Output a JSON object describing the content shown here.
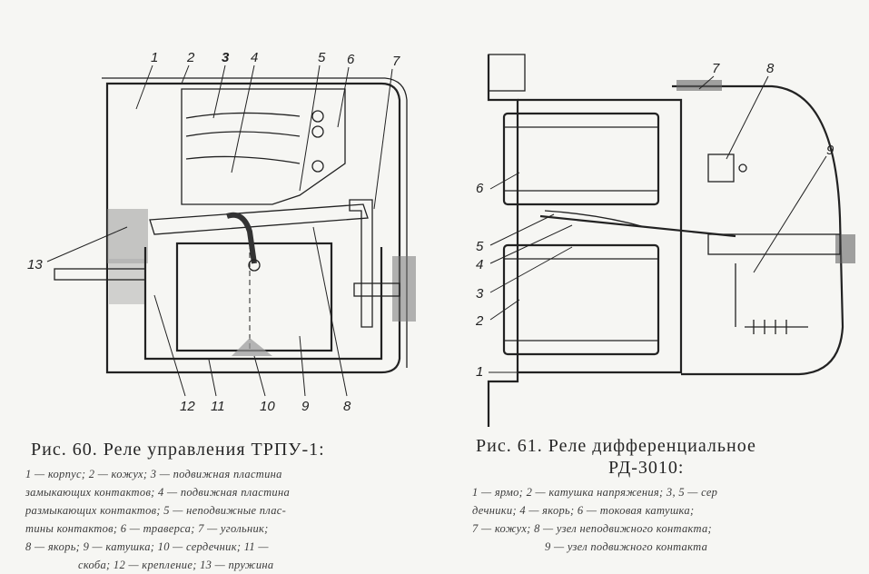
{
  "figure60": {
    "caption": "Рис. 60. Реле управления ТРПУ-1:",
    "legend_lines": [
      "1 — корпус; 2 — кожух; 3 — подвижная пластина",
      "замыкающих контактов; 4 — подвижная пластина",
      "размыкающих контактов; 5 — неподвижные плас-",
      "тины контактов; 6 — траверса; 7 — угольник;",
      "8 — якорь; 9 — катушка; 10 — сердечник; 11 —",
      "скоба; 12 — крепление; 13 — пружина"
    ],
    "labels": [
      "1",
      "2",
      "3",
      "4",
      "5",
      "6",
      "7",
      "13",
      "12",
      "11",
      "10",
      "9",
      "8"
    ]
  },
  "figure61": {
    "caption_line1": "Рис. 61. Реле дифференциальное",
    "caption_line2": "РД-3010:",
    "legend_lines": [
      "1 — ярмо; 2 — катушка напряжения; 3, 5 — сер",
      "дечники; 4 — якорь; 6 — токовая катушка;",
      "7 — кожух; 8 — узел неподвижного контакта;",
      "9 — узел подвижного контакта"
    ],
    "labels": [
      "7",
      "8",
      "9",
      "6",
      "5",
      "4",
      "3",
      "2",
      "1"
    ]
  }
}
